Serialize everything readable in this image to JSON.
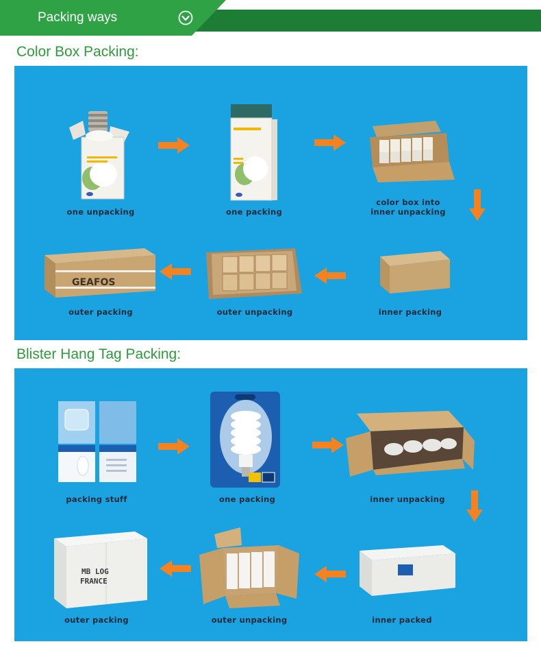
{
  "header": {
    "title": "Packing ways",
    "icon": "chevron-down-circle-icon"
  },
  "sections": [
    {
      "title": "Color Box Packing:",
      "steps": [
        {
          "label": "one unpacking"
        },
        {
          "label": "one packing"
        },
        {
          "label_line1": "color box into",
          "label_line2": "inner unpacking"
        },
        {
          "label": "inner packing"
        },
        {
          "label": "outer unpacking"
        },
        {
          "label": "outer packing"
        }
      ],
      "brand_print": "GEAFOS"
    },
    {
      "title": "Blister Hang Tag Packing:",
      "steps": [
        {
          "label": "packing stuff"
        },
        {
          "label": "one packing"
        },
        {
          "label": "inner unpacking"
        },
        {
          "label": "inner packed"
        },
        {
          "label": "outer unpacking"
        },
        {
          "label": "outer packing"
        }
      ],
      "box_print_line1": "MB LOG",
      "box_print_line2": "FRANCE"
    }
  ],
  "colors": {
    "header_dark": "#1e7d34",
    "header_light": "#2fa245",
    "title_green": "#2e9a3c",
    "panel_blue": "#1aa3e0",
    "arrow_orange": "#f58220"
  }
}
